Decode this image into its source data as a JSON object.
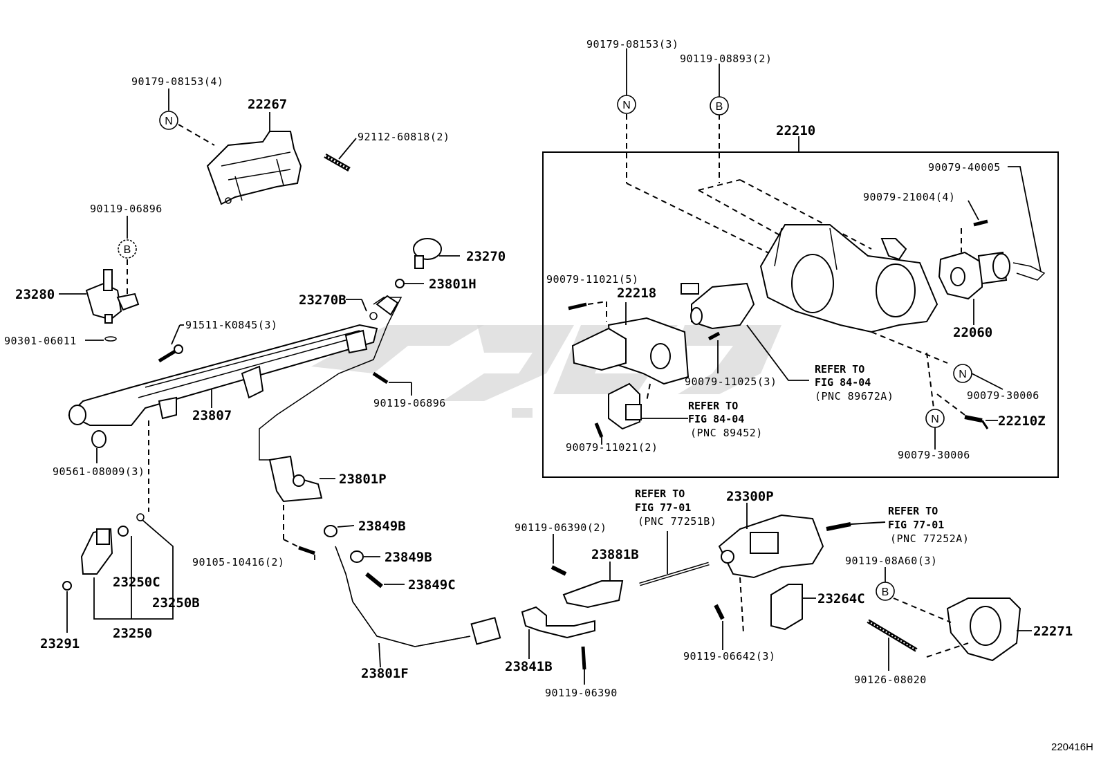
{
  "diagram_code": "220416H",
  "box_label": "22210",
  "labels": {
    "p22267": "22267",
    "p90179_08153_4": "90179-08153(4)",
    "p92112": "92112-60818(2)",
    "p90119_06896_top": "90119-06896",
    "p23280": "23280",
    "p90301": "90301-06011",
    "p91511": "91511-K0845(3)",
    "p23270": "23270",
    "p23801H": "23801H",
    "p23270B": "23270B",
    "p23807": "23807",
    "p90119_06896_mid": "90119-06896",
    "p90561": "90561-08009(3)",
    "p23801P": "23801P",
    "p23849B_1": "23849B",
    "p23849B_2": "23849B",
    "p23849C": "23849C",
    "p90105": "90105-10416(2)",
    "p23250C": "23250C",
    "p23250B": "23250B",
    "p23250": "23250",
    "p23291": "23291",
    "p23801F": "23801F",
    "p90179_08153_3": "90179-08153(3)",
    "p90119_08893": "90119-08893(2)",
    "p90079_40005": "90079-40005",
    "p90079_21004": "90079-21004(4)",
    "p90079_11021_5": "90079-11021(5)",
    "p22218": "22218",
    "p22060": "22060",
    "p90079_11025": "90079-11025(3)",
    "p90079_30006_a": "90079-30006",
    "p90079_30006_b": "90079-30006",
    "p22210Z": "22210Z",
    "p90079_11021_2": "90079-11021(2)",
    "p23300P": "23300P",
    "p90119_06390_2": "90119-06390(2)",
    "p23881B": "23881B",
    "p23841B": "23841B",
    "p90119_06390": "90119-06390",
    "p23264C": "23264C",
    "p90119_06642": "90119-06642(3)",
    "p90119_08A60": "90119-08A60(3)",
    "p22271": "22271",
    "p90126": "90126-08020"
  },
  "circles": {
    "n1": "N",
    "b1": "B",
    "n2": "N",
    "b2": "B",
    "n3": "N",
    "n4": "N",
    "b3": "B"
  },
  "refs": [
    {
      "l1": "REFER TO",
      "l2": "FIG 84-04",
      "l3": "(PNC 89672A)"
    },
    {
      "l1": "REFER TO",
      "l2": "FIG 84-04",
      "l3": "(PNC 89452)"
    },
    {
      "l1": "REFER TO",
      "l2": "FIG 77-01",
      "l3": "(PNC 77251B)"
    },
    {
      "l1": "REFER TO",
      "l2": "FIG 77-01",
      "l3": "(PNC 77252A)"
    }
  ]
}
